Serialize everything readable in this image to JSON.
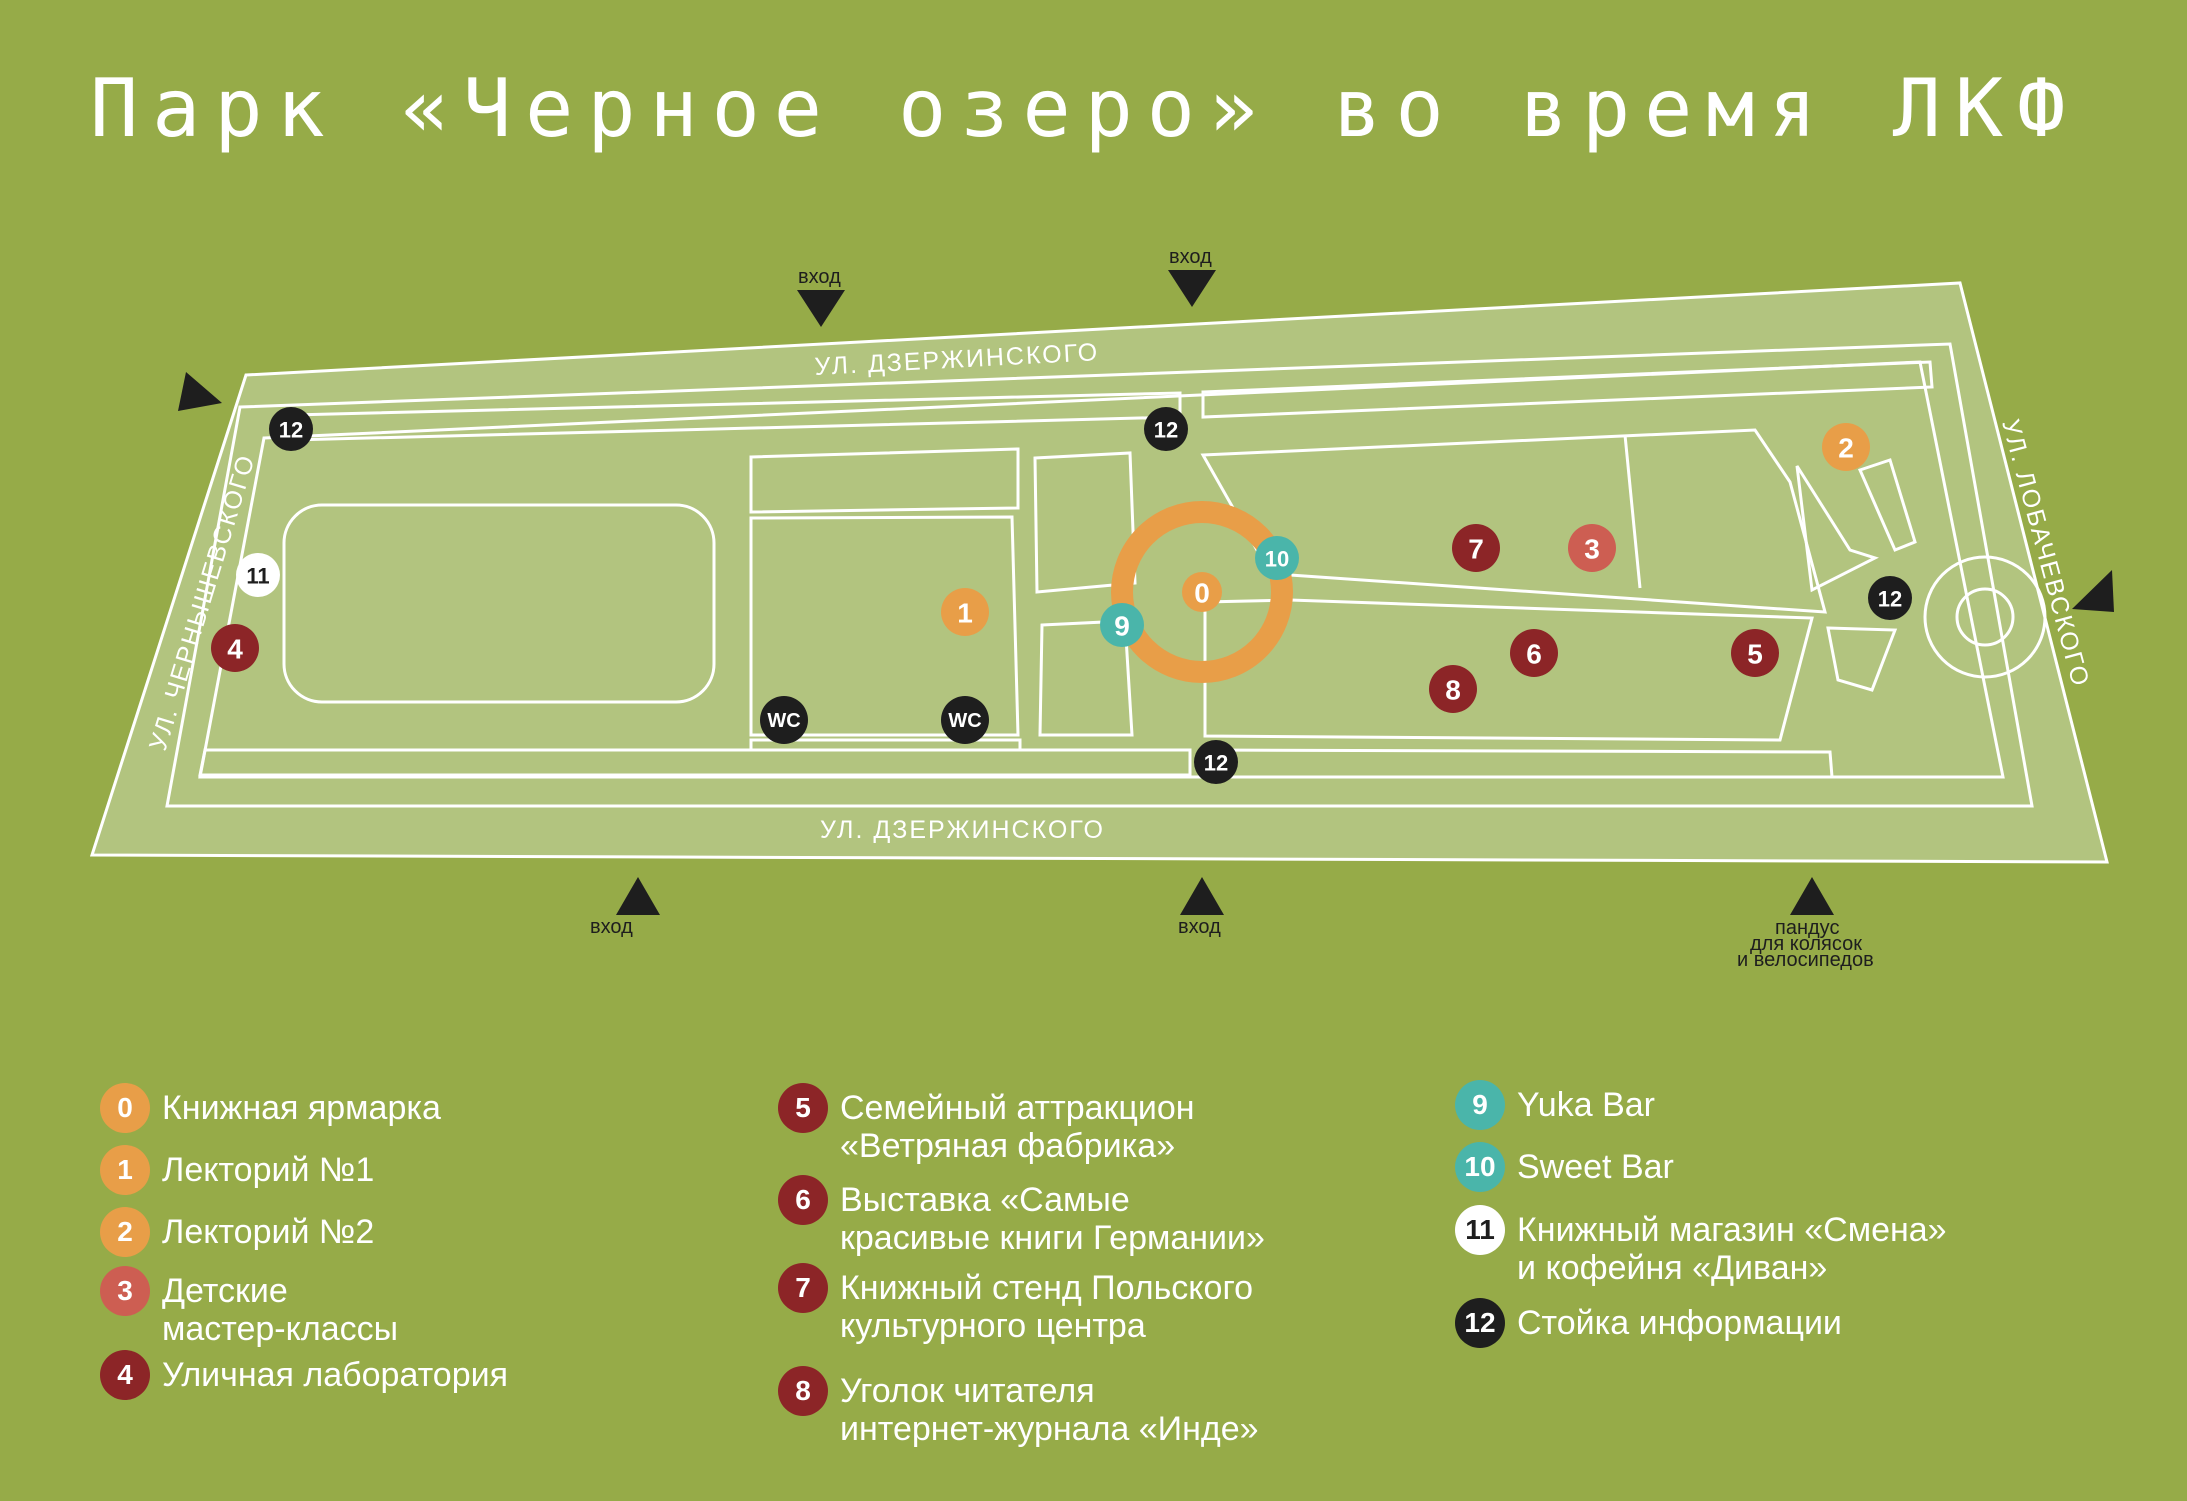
{
  "title": "Парк «Черное озеро» во время ЛКФ",
  "colors": {
    "background": "#96ab48",
    "park": "#b2c47f",
    "fair": "#e89e48",
    "lecture": "#e89e48",
    "kids": "#cd5e52",
    "exhibit": "#8c2527",
    "bar": "#4ab5aa",
    "shop": "#ffffff",
    "info": "#1e1e1e"
  },
  "map": {
    "streets": {
      "top": "УЛ. ДЗЕРЖИНСКОГО",
      "bottom": "УЛ. ДЗЕРЖИНСКОГО",
      "left": "УЛ. ЧЕРНЫШЕВСКОГО",
      "right": "УЛ. ЛОБАЧЕВСКОГО"
    },
    "entries": [
      {
        "label": "вход"
      },
      {
        "label": "вход"
      },
      {
        "label": "вход"
      },
      {
        "label": "вход"
      },
      {
        "label": "пандус"
      },
      {
        "label": "для колясок"
      },
      {
        "label": "и велосипедов"
      }
    ],
    "markers": [
      {
        "num": "0",
        "category": "fair"
      },
      {
        "num": "1",
        "category": "lecture"
      },
      {
        "num": "2",
        "category": "lecture"
      },
      {
        "num": "3",
        "category": "kids"
      },
      {
        "num": "4",
        "category": "exhibit"
      },
      {
        "num": "5",
        "category": "exhibit"
      },
      {
        "num": "6",
        "category": "exhibit"
      },
      {
        "num": "7",
        "category": "exhibit"
      },
      {
        "num": "8",
        "category": "exhibit"
      },
      {
        "num": "9",
        "category": "bar"
      },
      {
        "num": "10",
        "category": "bar"
      },
      {
        "num": "11",
        "category": "shop"
      },
      {
        "num": "12",
        "category": "info"
      },
      {
        "num": "12",
        "category": "info"
      },
      {
        "num": "12",
        "category": "info"
      },
      {
        "num": "12",
        "category": "info"
      },
      {
        "num": "WC",
        "category": "info"
      },
      {
        "num": "WC",
        "category": "info"
      }
    ]
  },
  "legend": [
    {
      "num": "0",
      "color": "#e89e48",
      "lines": [
        "Книжная ярмарка"
      ]
    },
    {
      "num": "1",
      "color": "#e89e48",
      "lines": [
        "Лекторий №1"
      ]
    },
    {
      "num": "2",
      "color": "#e89e48",
      "lines": [
        "Лекторий №2"
      ]
    },
    {
      "num": "3",
      "color": "#cd5e52",
      "lines": [
        "Детские",
        "мастер-классы"
      ]
    },
    {
      "num": "4",
      "color": "#8c2527",
      "lines": [
        "Уличная лаборатория"
      ]
    },
    {
      "num": "5",
      "color": "#8c2527",
      "lines": [
        "Семейный аттракцион",
        "«Ветряная фабрика»"
      ]
    },
    {
      "num": "6",
      "color": "#8c2527",
      "lines": [
        "Выставка «Самые",
        "красивые книги Германии»"
      ]
    },
    {
      "num": "7",
      "color": "#8c2527",
      "lines": [
        "Книжный стенд Польского",
        "культурного центра"
      ]
    },
    {
      "num": "8",
      "color": "#8c2527",
      "lines": [
        "Уголок читателя",
        "интернет-журнала «Инде»"
      ]
    },
    {
      "num": "9",
      "color": "#4ab5aa",
      "lines": [
        "Yuka Bar"
      ]
    },
    {
      "num": "10",
      "color": "#4ab5aa",
      "lines": [
        "Sweet Bar"
      ]
    },
    {
      "num": "11",
      "color": "#ffffff",
      "lines": [
        "Книжный магазин «Смена»",
        "и кофейня «Диван»"
      ]
    },
    {
      "num": "12",
      "color": "#1e1e1e",
      "lines": [
        "Стойка информации"
      ]
    }
  ]
}
